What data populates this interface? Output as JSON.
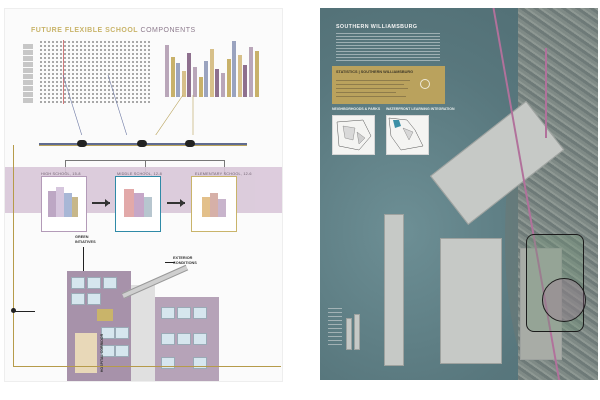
{
  "left_board": {
    "title_accent": "FUTURE FLEXIBLE SCHOOL",
    "title_rest": " COMPONENTS",
    "school_types": [
      {
        "label": "HIGH SCHOOL, 15-8"
      },
      {
        "label": "MIDDLE SCHOOL, 12-8"
      },
      {
        "label": "ELEMENTARY SCHOOL, 12-6"
      }
    ],
    "annotations": {
      "green": "GREEN\nINTIATIVES",
      "exterior": "EXTERIOR\nCONDITIONS",
      "classroom": "CLASSROOM\nFLEXIBILITY",
      "vertical": "HOSPITAL CORRIDOR"
    },
    "colors": {
      "band": "#d9c7d9",
      "gold_rule": "#b69b4a",
      "card_high": "#b39bb8",
      "card_middle": "#2f8aa7",
      "card_elementary": "#c9b46a"
    },
    "bar_colors": [
      "#b9a6b9",
      "#c8b16a",
      "#9aa3bf",
      "#d7c08a",
      "#8e708e"
    ]
  },
  "right_board": {
    "title": "SOUTHERN WILLIAMSBURG",
    "stats_label": "STATISTICS | SOUTHERN WILLIAMSBURG",
    "mini_map_captions": [
      "NEIGHBORHOODS & PARKS",
      "WATERFRONT LEARNING INTEGRATION"
    ],
    "colors": {
      "water": "#5d7e84",
      "gold_panel": "#c0a55c",
      "site_fill": "#749678",
      "pink_path": "#b1719b"
    }
  }
}
